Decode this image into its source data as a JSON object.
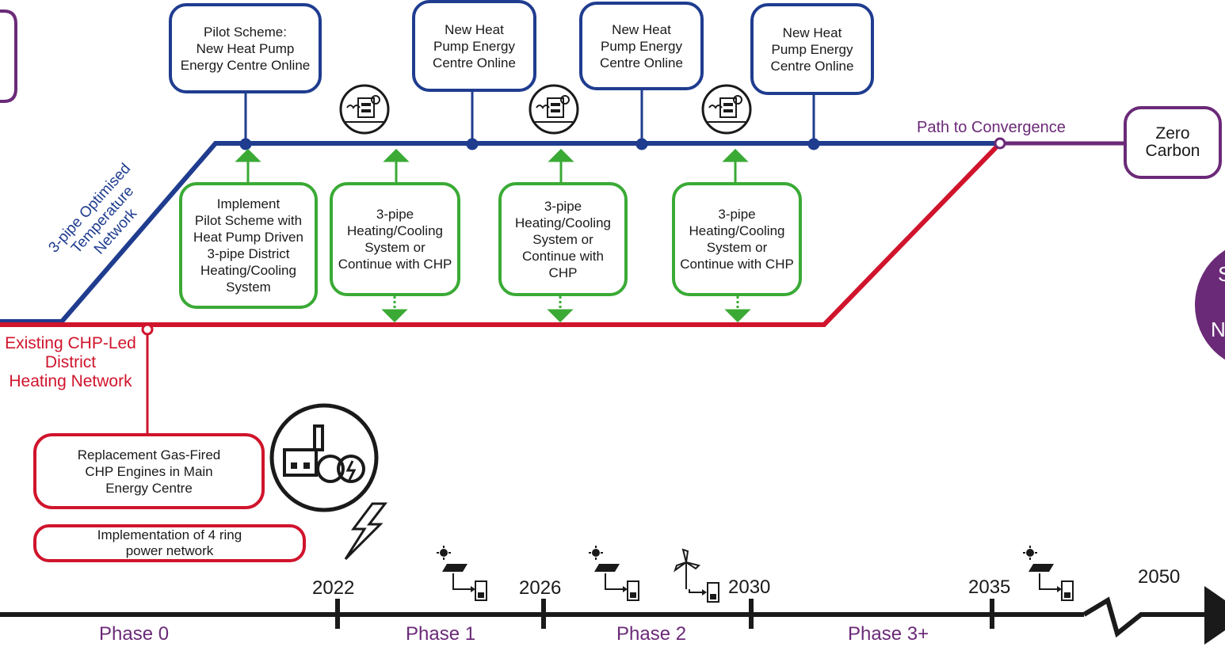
{
  "colors": {
    "blue": "#1f3c8f",
    "green": "#3aaa35",
    "red": "#d0142c",
    "purple": "#6b2a78",
    "dark": "#1a1a1a"
  },
  "blue_boxes": [
    "Pilot Scheme:\nNew Heat Pump\nEnergy Centre Online",
    "New Heat\nPump Energy\nCentre Online",
    "New Heat\nPump Energy\nCentre Online",
    "New Heat\nPump Energy\nCentre Online"
  ],
  "green_boxes": [
    "Implement\nPilot Scheme with\nHeat Pump Driven\n3-pipe District\nHeating/Cooling\nSystem",
    "3-pipe\nHeating/Cooling\nSystem or\nContinue with CHP",
    "3-pipe\nHeating/Cooling\nSystem or\nContinue with CHP",
    "3-pipe\nHeating/Cooling\nSystem or\nContinue with CHP"
  ],
  "blue_network_label": "3-pipe Optimised\nTemperature\nNetwork",
  "red_network_label": "Existing CHP-Led\nDistrict\nHeating Network",
  "convergence_label": "Path to Convergence",
  "zero_carbon": "Zero\nCarbon",
  "red_boxes": [
    "Replacement Gas-Fired\nCHP  Engines in Main\nEnergy Centre",
    "Implementation of 4 ring\npower network"
  ],
  "timeline": {
    "years": [
      "2022",
      "2026",
      "2030",
      "2035",
      "2050"
    ],
    "phases": [
      "Phase 0",
      "Phase 1",
      "Phase 2",
      "Phase 3+"
    ]
  },
  "icons": {
    "heat_pump": "heat-pump-icon",
    "power_plant": "chp-energy-centre-icon",
    "lightning": "lightning-icon",
    "solar": "solar-battery-icon",
    "wind": "wind-battery-icon",
    "arrow": "timeline-arrow-icon"
  }
}
